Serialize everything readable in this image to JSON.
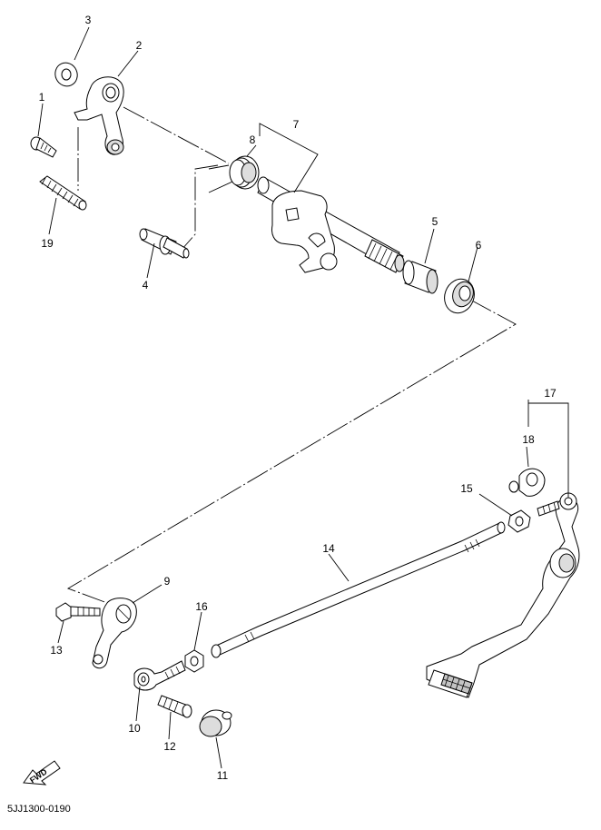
{
  "diagram": {
    "callouts": {
      "c1": "1",
      "c2": "2",
      "c3": "3",
      "c4": "4",
      "c5": "5",
      "c6": "6",
      "c7": "7",
      "c8": "8",
      "c9": "9",
      "c10": "10",
      "c11": "11",
      "c12": "12",
      "c13": "13",
      "c14": "14",
      "c15": "15",
      "c16": "16",
      "c17": "17",
      "c18": "18",
      "c19": "19"
    },
    "fwd_label": "FWD",
    "drawing_code": "5JJ1300-0190"
  }
}
